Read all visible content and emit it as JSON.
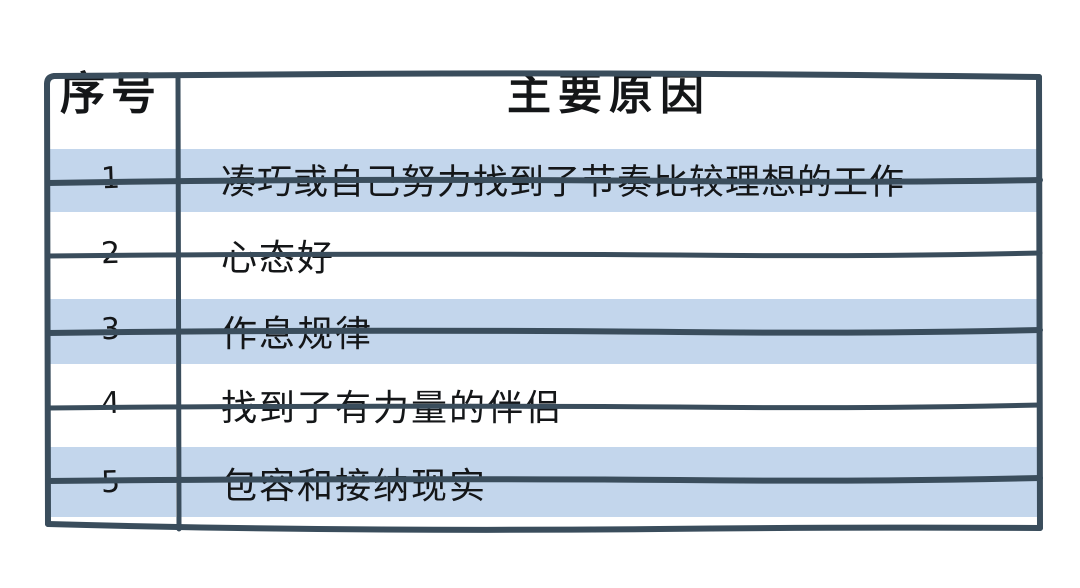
{
  "document": {
    "type": "table",
    "colors": {
      "page_background": "#ffffff",
      "row_shading": "#c3d6ec",
      "border": "#3a4d5c",
      "text": "#141618"
    }
  },
  "table": {
    "columns": [
      {
        "key": "no",
        "label": "序号"
      },
      {
        "key": "reason",
        "label": "主要原因"
      }
    ],
    "rows": [
      {
        "no": "1",
        "reason": "凑巧或自己努力找到了节奏比较理想的工作",
        "shaded": true
      },
      {
        "no": "2",
        "reason": "心态好",
        "shaded": false
      },
      {
        "no": "3",
        "reason": "作息规律",
        "shaded": true
      },
      {
        "no": "4",
        "reason": "找到了有力量的伴侣",
        "shaded": false
      },
      {
        "no": "5",
        "reason": "包容和接纳现实",
        "shaded": true
      }
    ]
  }
}
